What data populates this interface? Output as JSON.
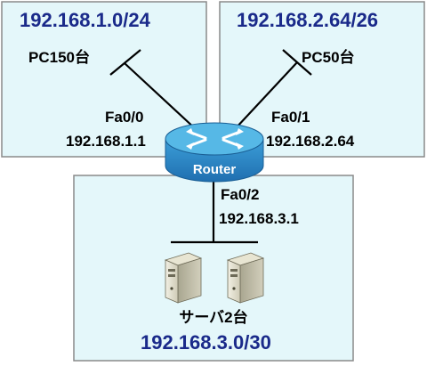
{
  "networks": {
    "lan1": {
      "address": "192.168.1.0/24",
      "hosts": "PC150台"
    },
    "lan2": {
      "address": "192.168.2.64/26",
      "hosts": "PC50台"
    },
    "lan3": {
      "address": "192.168.3.0/30",
      "hosts": "サーバ2台"
    }
  },
  "router": {
    "label": "Router",
    "interfaces": {
      "fa00": {
        "name": "Fa0/0",
        "ip": "192.168.1.1"
      },
      "fa01": {
        "name": "Fa0/1",
        "ip": "192.168.2.64"
      },
      "fa02": {
        "name": "Fa0/2",
        "ip": "192.168.3.1"
      }
    }
  },
  "colors": {
    "box_fill": "#e4f7fa",
    "box_stroke": "#8a8a8a",
    "title_text": "#1a2a8a",
    "router_top": "#56b8e6",
    "router_body": "#2a8ac8"
  },
  "icons": [
    "router-icon",
    "server-icon",
    "server-icon"
  ]
}
